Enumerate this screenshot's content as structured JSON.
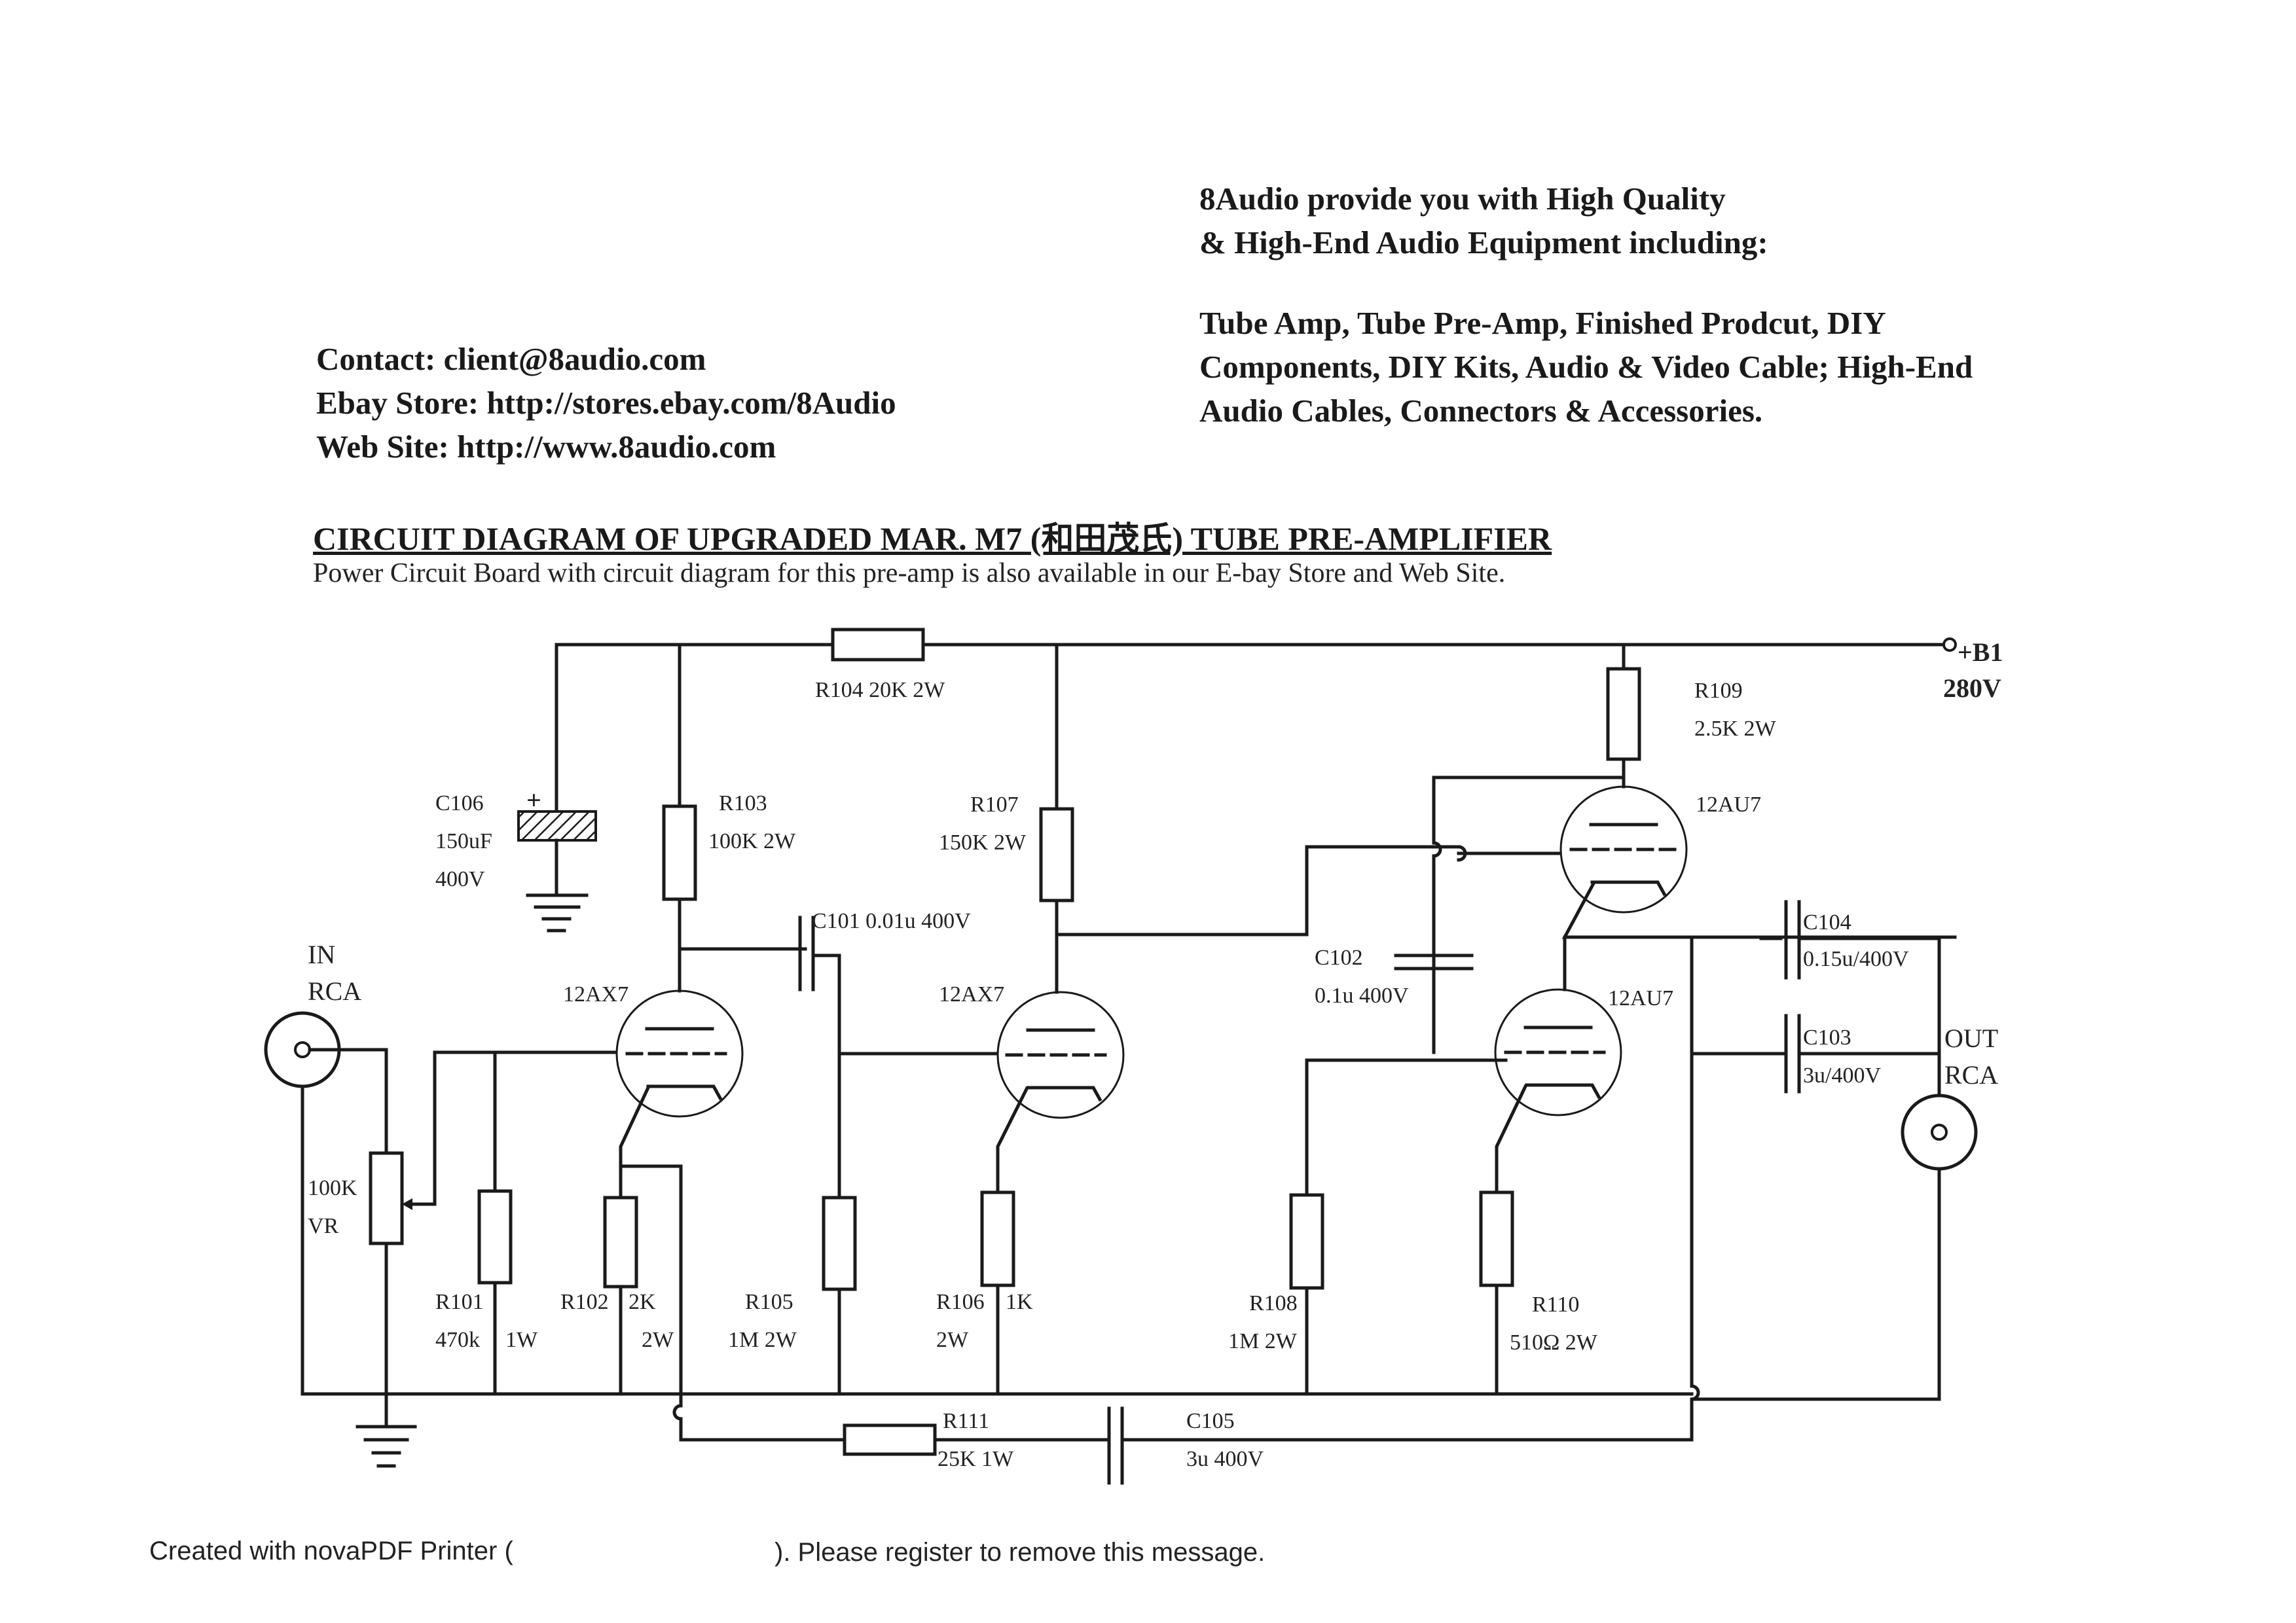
{
  "header": {
    "promo_line1": "8Audio provide you with High Quality",
    "promo_line2": "& High-End Audio Equipment including:",
    "products_line1": "Tube Amp, Tube Pre-Amp, Finished Prodcut, DIY",
    "products_line2": "Components, DIY Kits, Audio & Video Cable; High-End",
    "products_line3": "Audio Cables, Connectors & Accessories.",
    "contact": "Contact: client@8audio.com",
    "ebay": "Ebay Store: http://stores.ebay.com/8Audio",
    "website": "Web Site: http://www.8audio.com"
  },
  "title": "CIRCUIT DIAGRAM OF UPGRADED MAR. M7 (和田茂氏) TUBE PRE-AMPLIFIER",
  "subtitle": "Power Circuit Board with circuit diagram for this pre-amp is also available in our E-bay Store and Web Site.",
  "supply": {
    "name": "+B1",
    "voltage": "280V"
  },
  "connectors": {
    "in": {
      "line1": "IN",
      "line2": "RCA"
    },
    "out": {
      "line1": "OUT",
      "line2": "RCA"
    }
  },
  "tubes": {
    "v1": "12AX7",
    "v2": "12AX7",
    "v3": "12AU7",
    "v4": "12AU7"
  },
  "components": {
    "r101": {
      "ref": "R101",
      "value": "470k",
      "rating": "1W"
    },
    "r102": {
      "ref": "R102",
      "value": "2K",
      "rating": "2W"
    },
    "r103": {
      "ref": "R103",
      "value": "100K 2W"
    },
    "r104": {
      "ref": "R104 20K 2W"
    },
    "r105": {
      "ref": "R105",
      "value": "1M 2W"
    },
    "r106": {
      "ref": "R106",
      "value": "1K",
      "rating": "2W"
    },
    "r107": {
      "ref": "R107",
      "value": "150K 2W"
    },
    "r108": {
      "ref": "R108",
      "value": "1M 2W"
    },
    "r109": {
      "ref": "R109",
      "value": "2.5K 2W"
    },
    "r110": {
      "ref": "R110",
      "value": "510Ω  2W"
    },
    "r111": {
      "ref": "R111",
      "value": "25K  1W"
    },
    "vr": {
      "value": "100K",
      "ref": "VR"
    },
    "c101": {
      "ref": "C101 0.01u 400V"
    },
    "c102": {
      "ref": "C102",
      "value": "0.1u 400V"
    },
    "c103": {
      "ref": "C103",
      "value": "3u/400V"
    },
    "c104": {
      "ref": "C104",
      "value": "0.15u/400V"
    },
    "c105": {
      "ref": "C105",
      "value": "3u 400V"
    },
    "c106": {
      "ref": "C106",
      "value": "150uF",
      "rating": "400V",
      "polarity": "+"
    }
  },
  "footer": {
    "left": "Created with novaPDF Printer (",
    "right": "). Please register to remove this message."
  }
}
